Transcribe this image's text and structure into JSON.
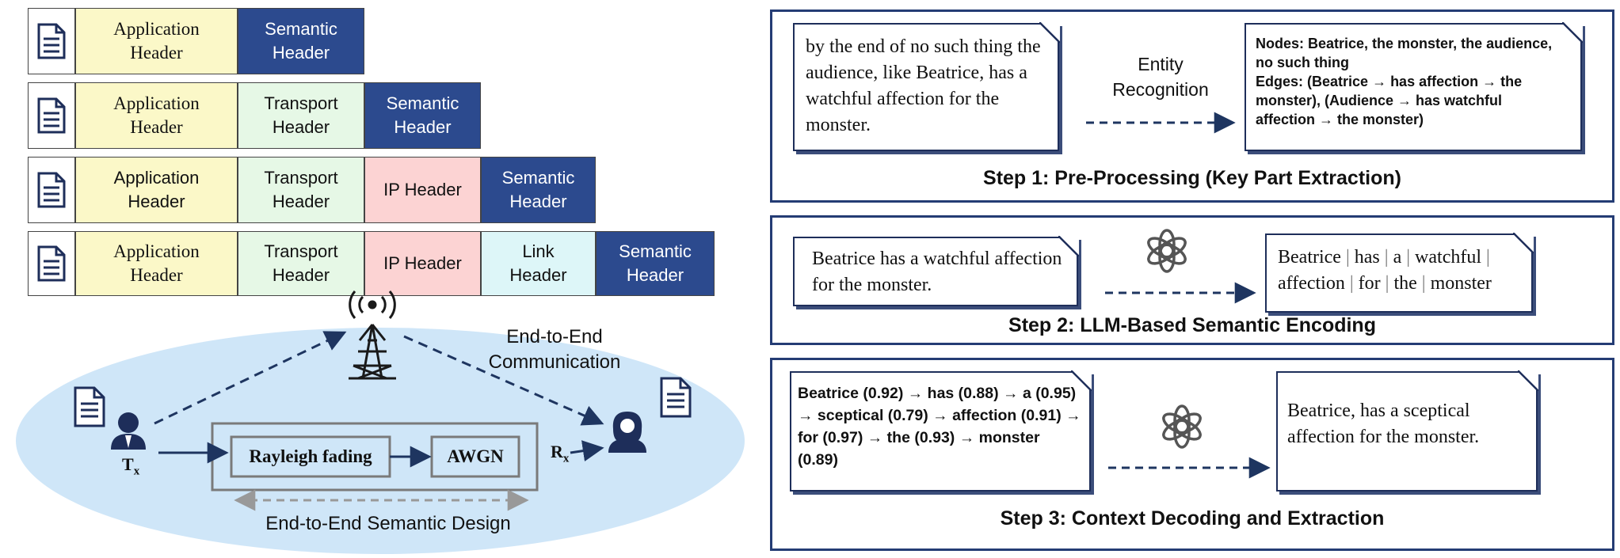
{
  "header_rows": [
    {
      "cells": [
        {
          "kind": "document",
          "text": ""
        },
        {
          "kind": "application",
          "text": "Application\nHeader"
        },
        {
          "kind": "semantic",
          "text": "Semantic\nHeader"
        }
      ]
    },
    {
      "cells": [
        {
          "kind": "document",
          "text": ""
        },
        {
          "kind": "application",
          "text": "Application\nHeader"
        },
        {
          "kind": "transport",
          "text": "Transport\nHeader"
        },
        {
          "kind": "semantic",
          "text": "Semantic\nHeader"
        }
      ]
    },
    {
      "cells": [
        {
          "kind": "document",
          "text": ""
        },
        {
          "kind": "application",
          "text": "Application\nHeader"
        },
        {
          "kind": "transport",
          "text": "Transport\nHeader"
        },
        {
          "kind": "ip",
          "text": "IP Header"
        },
        {
          "kind": "semantic",
          "text": "Semantic\nHeader"
        }
      ]
    },
    {
      "cells": [
        {
          "kind": "document",
          "text": ""
        },
        {
          "kind": "application",
          "text": "Application\nHeader"
        },
        {
          "kind": "transport",
          "text": "Transport\nHeader"
        },
        {
          "kind": "ip",
          "text": "IP Header"
        },
        {
          "kind": "link",
          "text": "Link\nHeader"
        },
        {
          "kind": "semantic",
          "text": "Semantic\nHeader"
        }
      ]
    }
  ],
  "channel": {
    "e2e_comm": "End-to-End\nCommunication",
    "rayleigh": "Rayleigh fading",
    "awgn": "AWGN",
    "tx_main": "T",
    "tx_sub": "x",
    "rx_main": "R",
    "rx_sub": "x",
    "e2e_design": "End-to-End Semantic Design",
    "icons": [
      "document-icon",
      "cell-tower-icon",
      "male-user-icon",
      "female-user-icon"
    ]
  },
  "colors": {
    "application": "#fbf8c8",
    "transport": "#e6f8e6",
    "ip": "#fcd3d3",
    "link": "#ddf6f8",
    "semantic": "#2c4a8e",
    "ellipse": "#cfe6f8",
    "frame": "#243c74"
  },
  "step1": {
    "input_text": "by the end of no such thing the audience, like Beatrice, has a watchful affection for the monster.",
    "arrow_label": "Entity\nRecognition",
    "nodes_label": "Nodes",
    "nodes_text": ": Beatrice, the monster, the audience, no such thing",
    "edges_label": "Edges",
    "edges_text": ": (Beatrice → has affection → the monster), (Audience → has watchful affection → the monster)",
    "caption": "Step 1: Pre-Processing (Key Part Extraction)"
  },
  "step2": {
    "input_text": "Beatrice has a watchful affection for the monster.",
    "tokens_line1": [
      "Beatrice",
      "has",
      "a",
      "watchful",
      ""
    ],
    "tokens_line2": [
      "affection",
      "for",
      "the",
      "monster"
    ],
    "caption": "Step 2: LLM-Based Semantic Encoding"
  },
  "step3": {
    "input_text": "Beatrice (0.92) → has (0.88) → a (0.95) → sceptical (0.79) → affection (0.91) → for (0.97) → the (0.93) → monster (0.89)",
    "output_text": "Beatrice, has a sceptical affection for the monster.",
    "caption": "Step 3: Context Decoding and Extraction"
  }
}
